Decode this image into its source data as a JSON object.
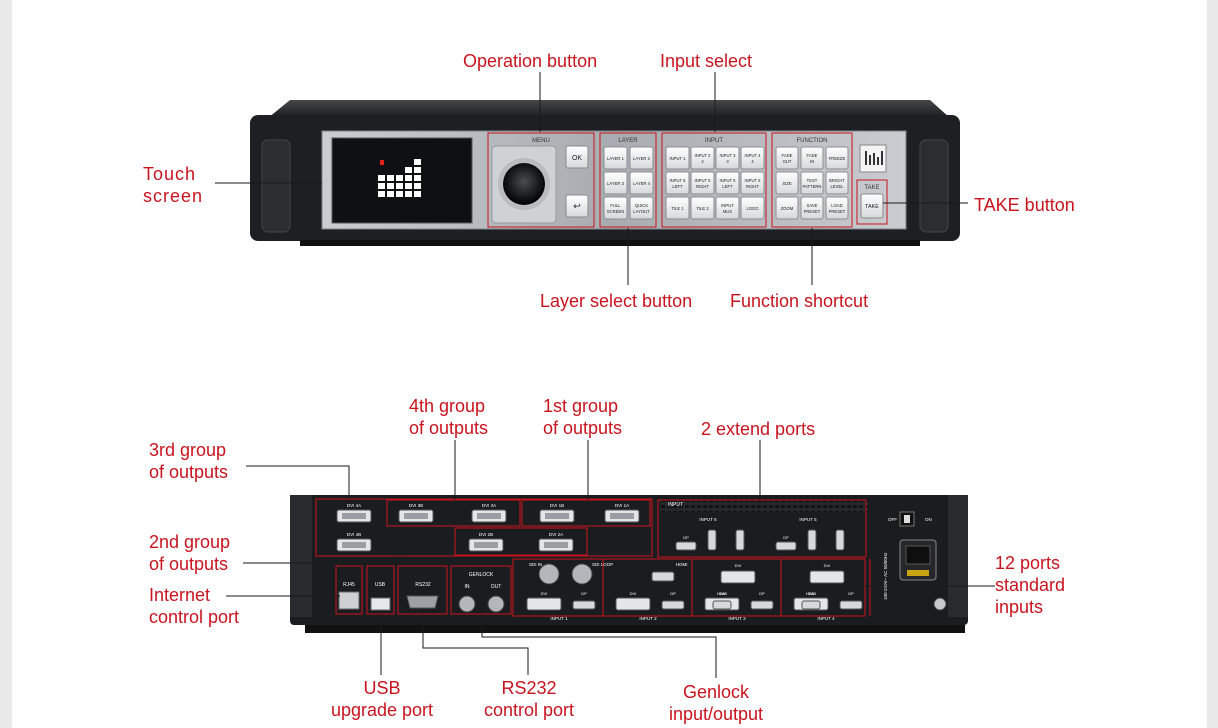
{
  "colors": {
    "accent": "#c8141e",
    "panel": "#9a9ea4",
    "chassis": "#1e1f22",
    "button": "#eef0f1"
  },
  "front_panel": {
    "sections": {
      "menu": "MENU",
      "layer": "LAYER",
      "input": "INPUT",
      "function": "FUNCTION",
      "take": "TAKE"
    },
    "menu_buttons": {
      "ok": "OK",
      "back": "↩"
    },
    "layer_buttons": [
      [
        "LAYER 1",
        "LAYER 2"
      ],
      [
        "LAYER 3",
        "LAYER 4"
      ],
      [
        "FULL",
        "QUICK"
      ]
    ],
    "layer_buttons_line2": [
      [
        "",
        ""
      ],
      [
        "",
        ""
      ],
      [
        "SCREEN",
        "LAYOUT"
      ]
    ],
    "input_buttons": [
      [
        "INPUT 1",
        "INPUT 2",
        "INPUT 3",
        "INPUT 4"
      ],
      [
        "INPUT 5",
        "INPUT 5",
        "INPUT 6",
        "INPUT 6"
      ],
      [
        "TILE 1",
        "TILE 2",
        "INPUT",
        "LOGO"
      ]
    ],
    "input_buttons_line2": [
      [
        "",
        "2",
        "3",
        "4"
      ],
      [
        "LEFT",
        "RIGHT",
        "LEFT",
        "RIGHT"
      ],
      [
        "",
        "",
        "MUX",
        ""
      ]
    ],
    "function_buttons": [
      [
        "FADE",
        "FADE",
        "FREEZE"
      ],
      [
        "SIZE",
        "TEST",
        "BRIGHT"
      ],
      [
        "ZOOM",
        "SAVE",
        "LOAD"
      ]
    ],
    "function_buttons_line2": [
      [
        "OUT",
        "IN",
        ""
      ],
      [
        "",
        "PATTERN",
        "LEVEL"
      ],
      [
        "",
        "PRESET",
        "PRESET"
      ]
    ],
    "take_button": "TAKE"
  },
  "rear_panel": {
    "dvi_top": [
      "DVI 4A",
      "DVI 3B",
      "DVI 3A",
      "DVI 1B",
      "DVI 1A"
    ],
    "dvi_bottom": [
      "DVI 4B",
      "DVI 2B",
      "DVI 2A"
    ],
    "input_header": "INPUT",
    "ext_inputs": [
      "INPUT 6",
      "INPUT 5"
    ],
    "control": {
      "rj45": "RJ45",
      "usb": "USB",
      "rs232": "RS232",
      "genlock": "GENLOCK",
      "genlock_in": "IN",
      "genlock_out": "OUT"
    },
    "sdi": {
      "in": "SDI IN",
      "loop": "SDI LOOP",
      "hdmi": "HDMI"
    },
    "input_cards": [
      "INPUT 1",
      "INPUT 2",
      "INPUT 3",
      "INPUT 4"
    ],
    "port_names": {
      "dvi": "DVI",
      "dp": "DP",
      "hdmi": "HDMI"
    },
    "power": {
      "off": "OFF",
      "on": "ON",
      "rating": "100-240V~ AC 50/60Hz"
    }
  },
  "callouts": {
    "operation_button": "Operation button",
    "input_select": "Input select",
    "touch_screen": [
      "Touch",
      "screen"
    ],
    "take_button": "TAKE button",
    "layer_select": "Layer select button",
    "function_shortcut": "Function shortcut",
    "group4": [
      "4th group",
      "of outputs"
    ],
    "group1": [
      "1st group",
      "of outputs"
    ],
    "extend_ports": "2 extend ports",
    "group3": [
      "3rd group",
      "of outputs"
    ],
    "group2": [
      "2nd group",
      "of outputs"
    ],
    "internet_control": [
      "Internet",
      "control port"
    ],
    "standard_inputs": [
      "12 ports",
      "standard",
      "inputs"
    ],
    "usb_port": [
      "USB",
      "upgrade port"
    ],
    "rs232_port": [
      "RS232",
      "control port"
    ],
    "genlock": [
      "Genlock",
      "input/output"
    ]
  }
}
